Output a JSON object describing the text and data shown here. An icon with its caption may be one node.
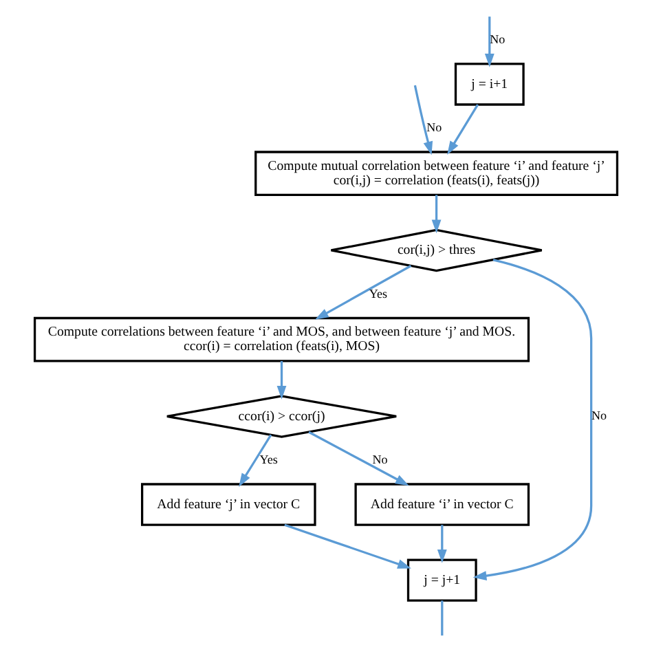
{
  "diagram": {
    "nodes": [
      {
        "text": [
          "j = i+1"
        ]
      },
      {
        "text": [
          "Compute mutual correlation between feature ‘i’ and feature ‘j’",
          "cor(i,j) = correlation (feats(i), feats(j))"
        ]
      },
      {
        "text": [
          "cor(i,j) > thres"
        ]
      },
      {
        "text": [
          "Compute correlations between feature ‘i’ and MOS, and between feature ‘j’ and MOS.",
          "ccor(i) = correlation (feats(i), MOS)"
        ]
      },
      {
        "text": [
          "ccor(i) > ccor(j)"
        ]
      },
      {
        "text": [
          "Add feature ‘j’ in vector C"
        ]
      },
      {
        "text": [
          "Add feature ‘i’ in vector C"
        ]
      },
      {
        "text": [
          "j = j+1"
        ]
      }
    ],
    "edges": [
      {
        "from": 0,
        "to": 1,
        "arrow": "to",
        "color": "#5b9bd5"
      },
      {
        "from": 1,
        "to": 2,
        "arrow": "to",
        "color": "#5b9bd5"
      },
      {
        "from": 2,
        "to": 3,
        "arrow": "to",
        "label": "Yes",
        "color": "#5b9bd5"
      },
      {
        "from": 2,
        "to": 7,
        "arrow": "to",
        "label": "No",
        "color": "#5b9bd5"
      },
      {
        "from": 3,
        "to": 4,
        "arrow": "to",
        "color": "#5b9bd5"
      },
      {
        "from": 4,
        "to": 5,
        "arrow": "to",
        "label": "Yes",
        "color": "#5b9bd5"
      },
      {
        "from": 4,
        "to": 6,
        "arrow": "to",
        "label": "No",
        "color": "#5b9bd5"
      },
      {
        "from": 5,
        "to": 7,
        "arrow": "to",
        "color": "#5b9bd5"
      },
      {
        "from": 6,
        "to": 7,
        "arrow": "to",
        "color": "#5b9bd5"
      },
      {
        "from": 7,
        "to": null,
        "arrow": "none",
        "color": "#5b9bd5"
      },
      {
        "from": null,
        "to": 1,
        "arrow": "to",
        "label": "No",
        "color": "#5b9bd5"
      },
      {
        "from": null,
        "to": 0,
        "arrow": "to",
        "label": "No",
        "color": "#5b9bd5"
      }
    ]
  }
}
